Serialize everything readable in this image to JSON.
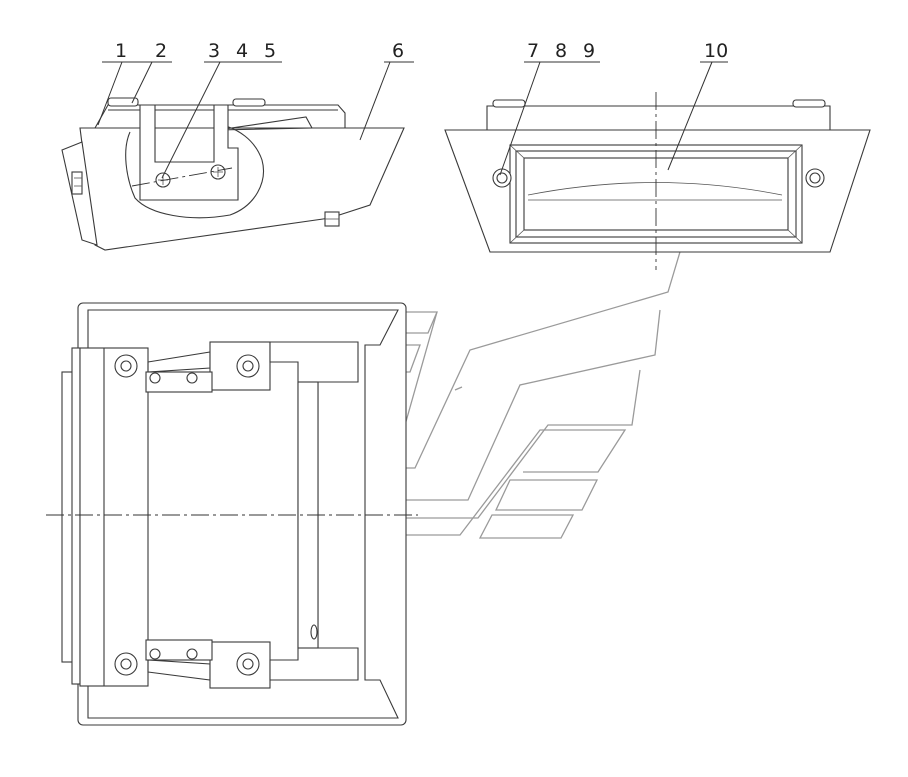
{
  "part_labels": [
    {
      "id": "1",
      "text": "1"
    },
    {
      "id": "2",
      "text": "2"
    },
    {
      "id": "3",
      "text": "3"
    },
    {
      "id": "4",
      "text": "4"
    },
    {
      "id": "5",
      "text": "5"
    },
    {
      "id": "6",
      "text": "6"
    },
    {
      "id": "7",
      "text": "7"
    },
    {
      "id": "8",
      "text": "8"
    },
    {
      "id": "9",
      "text": "9"
    },
    {
      "id": "10",
      "text": "10"
    }
  ],
  "colors": {
    "line": "#3a3a3a",
    "background": "#ffffff",
    "watermark": "#9a9a9a"
  }
}
